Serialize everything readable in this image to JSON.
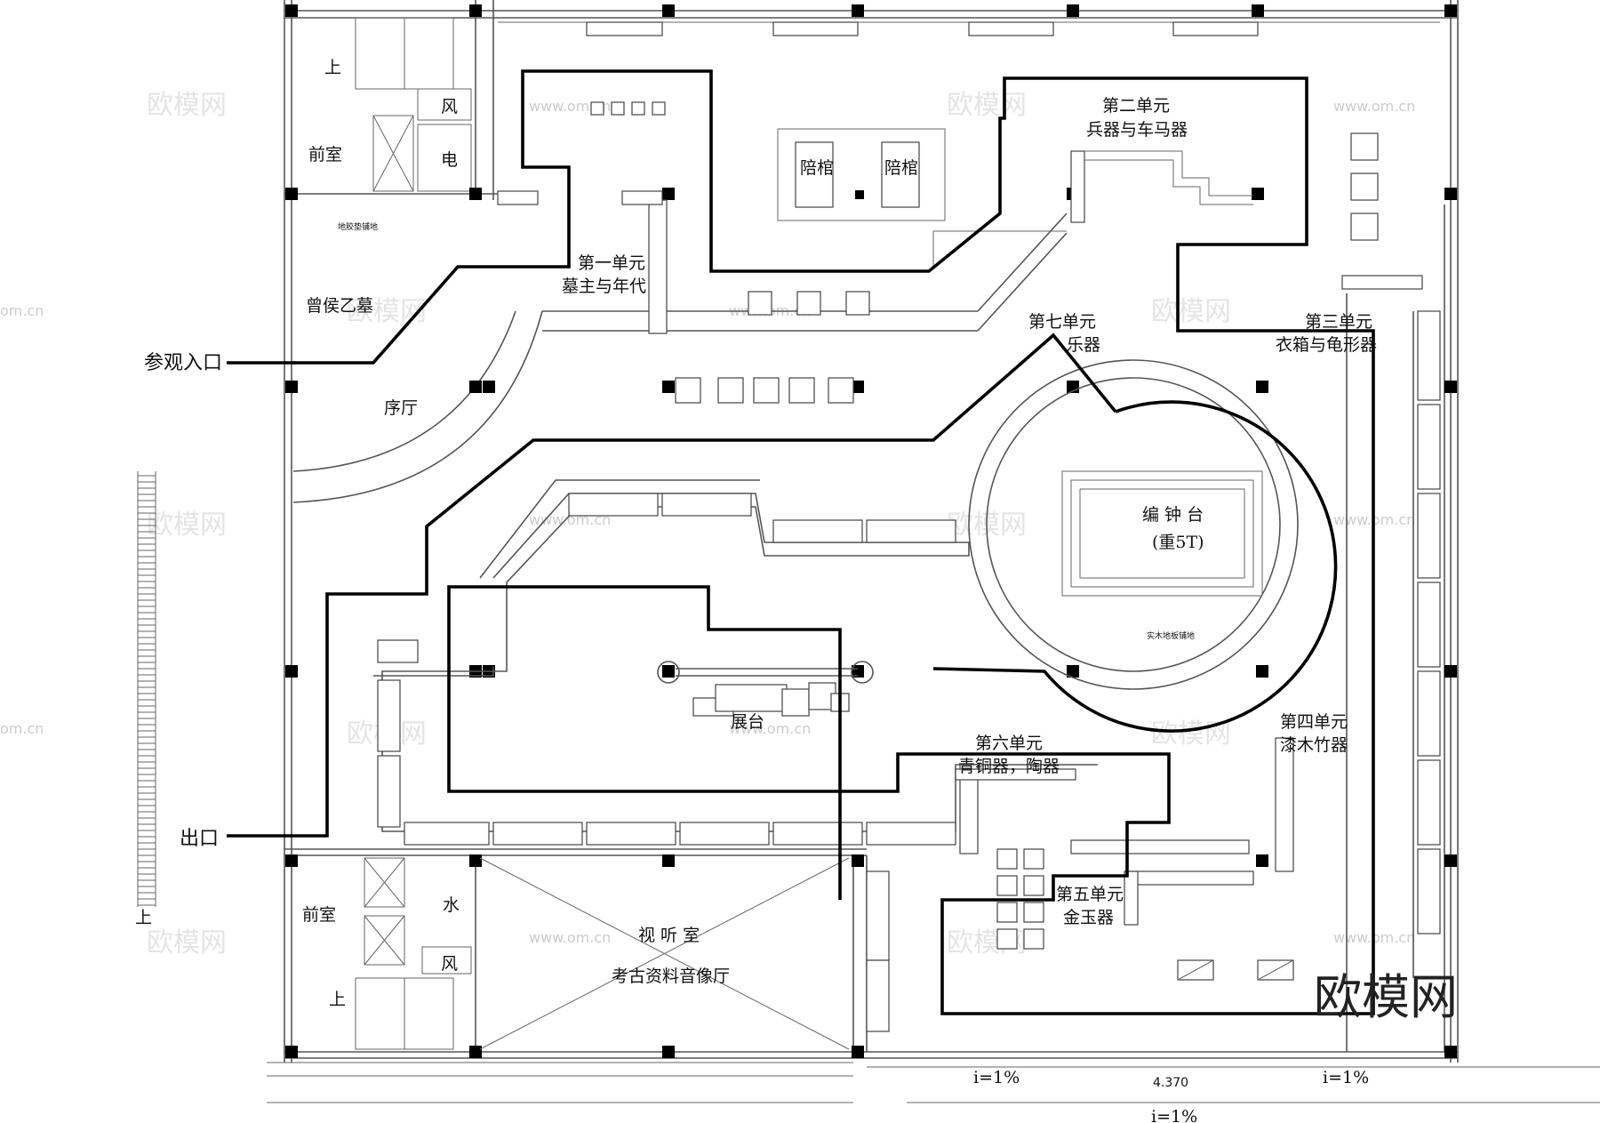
{
  "labels": {
    "entrance": "参观入口",
    "exit": "出口",
    "lobby": "序厅",
    "tomb": "曾侯乙墓",
    "floor_note_top": "地胶垫铺地",
    "unit1_a": "第一单元",
    "unit1_b": "墓主与年代",
    "unit2_a": "第二单元",
    "unit2_b": "兵器与车马器",
    "unit3_a": "第三单元",
    "unit3_b": "衣箱与龟形器",
    "unit4_a": "第四单元",
    "unit4_b": "漆木竹器",
    "unit5_a": "第五单元",
    "unit5_b": "金玉器",
    "unit6_a": "第六单元",
    "unit6_b": "青铜器，陶器",
    "unit7_a": "第七单元",
    "unit7_b": "乐器",
    "bells_a": "编 钟 台",
    "bells_b": "(重5T)",
    "wood_floor": "实木地板铺地",
    "platform": "展台",
    "coffin1": "陪棺",
    "coffin2": "陪棺",
    "av_a": "视 听 室",
    "av_b": "考古资料音像厅",
    "anteroom_top": "前室",
    "anteroom_bottom": "前室",
    "wind_top": "风",
    "wind_bottom": "风",
    "elec": "电",
    "water": "水",
    "up_top": "上",
    "up_bottom": "上",
    "up_left": "上",
    "slope_left": "i=1%",
    "slope_right": "i=1%",
    "slope_bottom": "i=1%",
    "elevation": "4.370"
  },
  "watermarks": {
    "mark": "欧模网",
    "url": "www.om.cn",
    "url_short": "om.cn",
    "big": "欧模网"
  },
  "colors": {
    "line": "#000000",
    "wall": "#555555",
    "background": "#ffffff",
    "watermark": "#cfcfcf"
  }
}
